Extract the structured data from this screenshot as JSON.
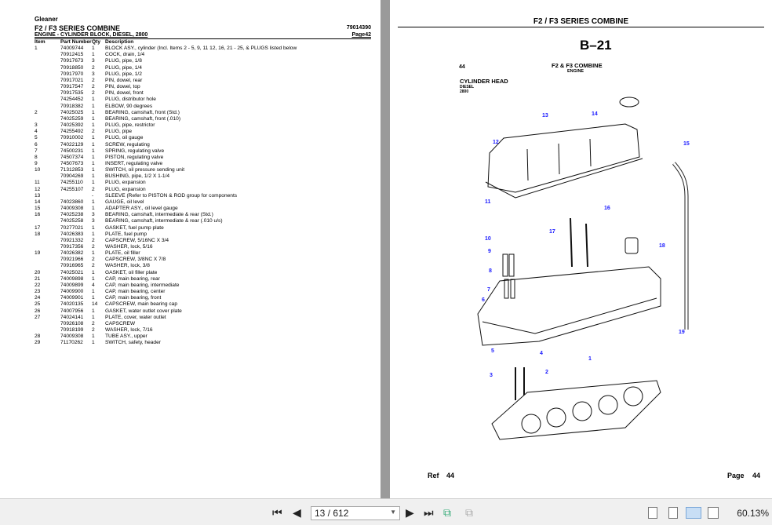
{
  "left_page": {
    "brand": "Gleaner",
    "series": "F2 / F3 SERIES COMBINE",
    "doc_number": "79014390",
    "section": "ENGINE - CYLINDER BLOCK, DIESEL, 2800",
    "page_label": "Page42",
    "columns": [
      "Item",
      "Part Number",
      "Qty",
      "Description"
    ],
    "rows": [
      [
        "1",
        "74009744",
        "1",
        "BLOCK ASY., cylinder (Incl. Items 2 - 5, 9, 11 12, 16, 21 - 25, & PLUGS listed below"
      ],
      [
        "",
        "70912415",
        "1",
        "COCK, drain, 1/4"
      ],
      [
        "",
        "70917673",
        "3",
        "PLUG, pipe, 1/8"
      ],
      [
        "",
        "70918850",
        "2",
        "PLUG, pipe, 1/4"
      ],
      [
        "",
        "70917970",
        "3",
        "PLUG, pipe, 1/2"
      ],
      [
        "",
        "70917021",
        "2",
        "PIN, dowel, rear"
      ],
      [
        "",
        "70917547",
        "2",
        "PIN, dowel, top"
      ],
      [
        "",
        "70917535",
        "2",
        "PIN, dowel, front"
      ],
      [
        "",
        "74254452",
        "1",
        "PLUG, distributor hole"
      ],
      [
        "",
        "70918382",
        "1",
        "ELBOW, 90 degrees"
      ],
      [
        "2",
        "74025025",
        "1",
        "BEARING, camshaft, front (Std.)"
      ],
      [
        "",
        "74025259",
        "1",
        "BEARING, camshaft, front (.010)"
      ],
      [
        "3",
        "74025392",
        "1",
        "PLUG, pipe, restrictor"
      ],
      [
        "4",
        "74255492",
        "2",
        "PLUG, pipe"
      ],
      [
        "5",
        "70910002",
        "1",
        "PLUG, oil gauge"
      ],
      [
        "6",
        "74022129",
        "1",
        "SCREW, regulating"
      ],
      [
        "7",
        "74500231",
        "1",
        "SPRING, regulating valve"
      ],
      [
        "8",
        "74507374",
        "1",
        "PISTON, regulating valve"
      ],
      [
        "9",
        "74507673",
        "1",
        "INSERT, regulating valve"
      ],
      [
        "10",
        "71312853",
        "1",
        "SWITCH, oil pressure sending unit"
      ],
      [
        "",
        "70904269",
        "1",
        "BUSHING, pipe, 1/2 X 1-1/4"
      ],
      [
        "11",
        "74255110",
        "1",
        "PLUG, expansion"
      ],
      [
        "12",
        "74255107",
        "2",
        "PLUG, expansion"
      ],
      [
        "13",
        "",
        "-",
        "SLEEVE (Refer to PISTON & ROD group for components"
      ],
      [
        "14",
        "74023860",
        "1",
        "GAUGE, oil level"
      ],
      [
        "15",
        "74009308",
        "1",
        "ADAPTER ASY., oil level gauge"
      ],
      [
        "16",
        "74025238",
        "3",
        "BEARING, camshaft, intermediate & rear (Std.)"
      ],
      [
        "",
        "74025258",
        "3",
        "BEARING, camshaft, intermediate & rear (.010 u/s)"
      ],
      [
        "17",
        "70277021",
        "1",
        "GASKET, fuel pump plate"
      ],
      [
        "18",
        "74026383",
        "1",
        "PLATE, fuel pump"
      ],
      [
        "",
        "70921332",
        "2",
        "CAPSCREW, 5/16NC X 3/4"
      ],
      [
        "",
        "70917356",
        "2",
        "WASHER, lock, 5/16"
      ],
      [
        "19",
        "74026382",
        "1",
        "PLATE, oil filler"
      ],
      [
        "",
        "70921966",
        "2",
        "CAPSCREW, 3/8NC X 7/8"
      ],
      [
        "",
        "70916965",
        "2",
        "WASHER, lock, 3/8"
      ],
      [
        "20",
        "74025021",
        "1",
        "GASKET, oil filler plate"
      ],
      [
        "21",
        "74009898",
        "1",
        "CAP, main bearing, rear"
      ],
      [
        "22",
        "74009899",
        "4",
        "CAP, main bearing, intermediate"
      ],
      [
        "23",
        "74009900",
        "1",
        "CAP, main bearing, center"
      ],
      [
        "24",
        "74009901",
        "1",
        "CAP, main bearing, front"
      ],
      [
        "25",
        "74020135",
        "14",
        "CAPSCREW, main bearing cap"
      ],
      [
        "26",
        "74007956",
        "1",
        "GASKET, water outlet cover plate"
      ],
      [
        "27",
        "74024141",
        "1",
        "PLATE, cover, water outlet"
      ],
      [
        "",
        "70926108",
        "2",
        "CAPSCREW"
      ],
      [
        "",
        "70918199",
        "2",
        "WASHER, lock, 7/16"
      ],
      [
        "28",
        "74009308",
        "1",
        "TUBE ASY., upper"
      ],
      [
        "29",
        "71170262",
        "1",
        "SWITCH, safety, header"
      ]
    ]
  },
  "right_page": {
    "title": "F2 / F3 SERIES COMBINE",
    "plate": "B–21",
    "ref_number": "44",
    "combine": "F2 & F3 COMBINE",
    "group": "ENGINE",
    "part_title": "CYLINDER HEAD",
    "part_sub1": "DIESEL",
    "part_sub2": "2800",
    "callouts": [
      "13",
      "14",
      "12",
      "15",
      "11",
      "16",
      "17",
      "10",
      "9",
      "18",
      "8",
      "7",
      "6",
      "19",
      "5",
      "4",
      "2",
      "3",
      "1"
    ],
    "footer_ref_label": "Ref",
    "footer_ref": "44",
    "footer_page_label": "Page",
    "footer_page": "44",
    "callout_color": "#1a1aff"
  },
  "toolbar": {
    "page_field": "13 / 612",
    "zoom": "60.13%"
  }
}
